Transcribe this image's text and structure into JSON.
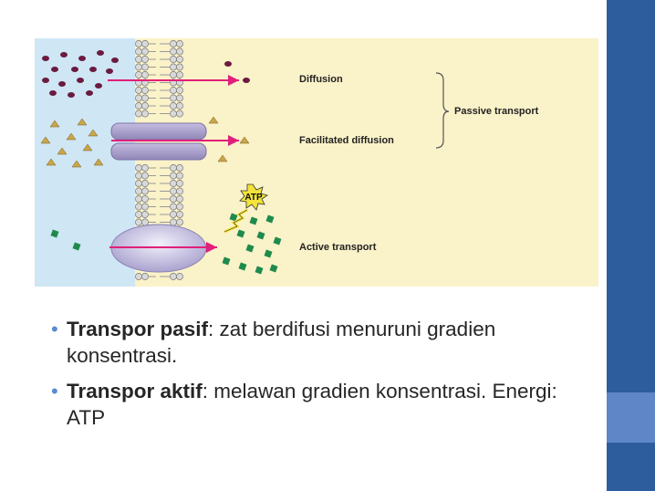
{
  "diagram": {
    "labels": {
      "diffusion": "Diffusion",
      "facilitated_diffusion": "Facilitated diffusion",
      "active_transport": "Active transport",
      "passive_transport": "Passive transport",
      "atp": "ATP"
    },
    "colors": {
      "outside_bg": "#cfe6f5",
      "inside_bg": "#faf2c8",
      "arrow": "#e0207a",
      "diffusion_molecule": "#6b1b3f",
      "facilitated_molecule": "#c9a64a",
      "active_molecule": "#1f8a4c",
      "channel_protein": "#a69bc9",
      "pump_protein": "#c8c3e3"
    }
  },
  "bullets": [
    {
      "term": "Transpor pasif",
      "text": ": zat berdifusi menuruni gradien konsentrasi."
    },
    {
      "term": "Transpor aktif",
      "text": ": melawan gradien konsentrasi. Energi: ATP"
    }
  ],
  "sidebar": {
    "color": "#2e5d9e",
    "accent_color": "#5f86c6"
  }
}
